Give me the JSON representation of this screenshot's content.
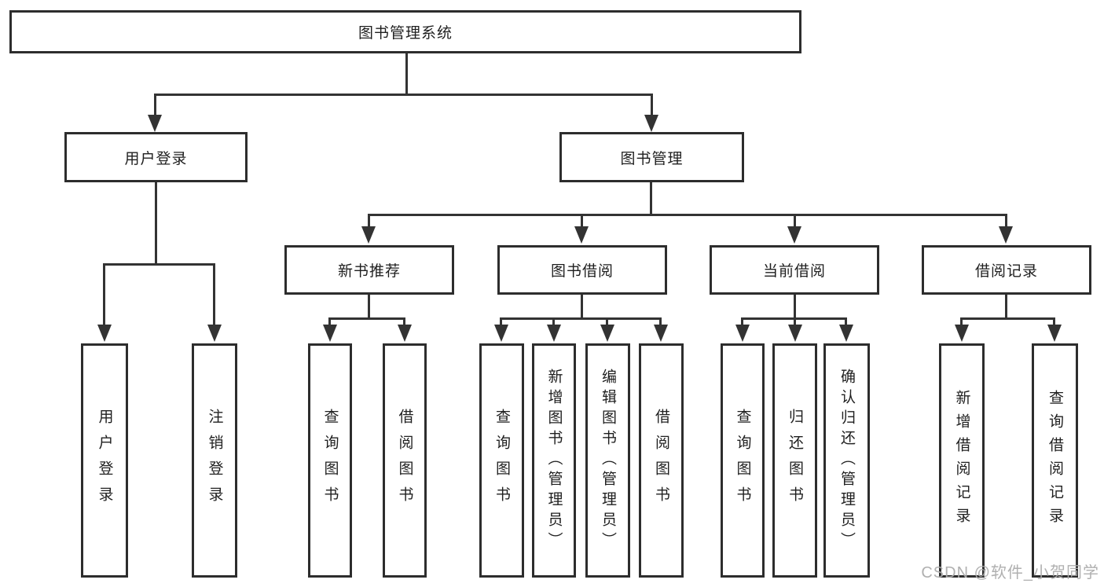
{
  "tree": {
    "root": {
      "label": "图书管理系统"
    },
    "branches": [
      {
        "label": "用户登录",
        "children": [
          {
            "label": "用户登录"
          },
          {
            "label": "注销登录"
          }
        ]
      },
      {
        "label": "图书管理",
        "children": [
          {
            "label": "新书推荐",
            "children": [
              {
                "label": "查询图书"
              },
              {
                "label": "借阅图书"
              }
            ]
          },
          {
            "label": "图书借阅",
            "children": [
              {
                "label": "查询图书"
              },
              {
                "label": "新增图书（管理员）"
              },
              {
                "label": "编辑图书（管理员）"
              },
              {
                "label": "借阅图书"
              }
            ]
          },
          {
            "label": "当前借阅",
            "children": [
              {
                "label": "查询图书"
              },
              {
                "label": "归还图书"
              },
              {
                "label": "确认归还（管理员）"
              }
            ]
          },
          {
            "label": "借阅记录",
            "children": [
              {
                "label": "新增借阅记录"
              },
              {
                "label": "查询借阅记录"
              }
            ]
          }
        ]
      }
    ]
  },
  "watermark": "CSDN @软件_小贺同学",
  "colors": {
    "line": "#333333",
    "box_border": "#2d2d2d",
    "text": "#1f1f1f",
    "background": "#ffffff",
    "watermark": "#acacac"
  }
}
